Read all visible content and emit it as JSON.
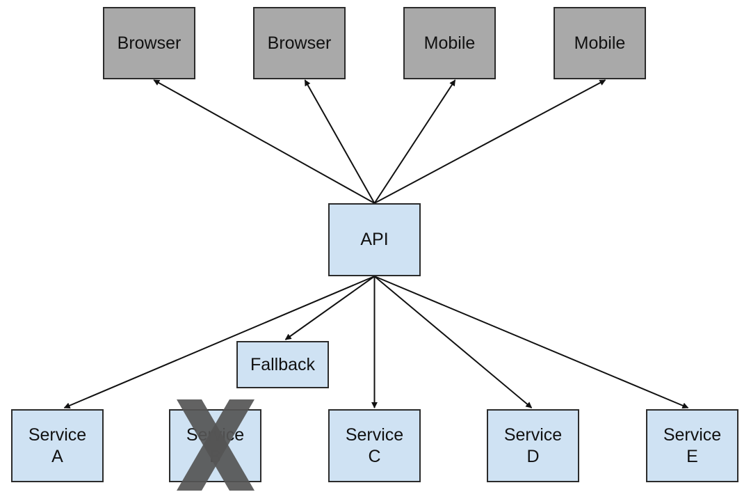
{
  "diagram": {
    "clients": [
      {
        "id": "browser-1",
        "label": "Browser"
      },
      {
        "id": "browser-2",
        "label": "Browser"
      },
      {
        "id": "mobile-1",
        "label": "Mobile"
      },
      {
        "id": "mobile-2",
        "label": "Mobile"
      }
    ],
    "api": {
      "id": "api",
      "label": "API"
    },
    "fallback": {
      "id": "fallback",
      "label": "Fallback"
    },
    "services": [
      {
        "id": "service-a",
        "label": "Service\nA"
      },
      {
        "id": "service-b",
        "label": "Service\nB",
        "failed": true
      },
      {
        "id": "service-c",
        "label": "Service\nC"
      },
      {
        "id": "service-d",
        "label": "Service\nD"
      },
      {
        "id": "service-e",
        "label": "Service\nE"
      }
    ],
    "edges": [
      {
        "from": "api",
        "to": "browser-1"
      },
      {
        "from": "api",
        "to": "browser-2"
      },
      {
        "from": "api",
        "to": "mobile-1"
      },
      {
        "from": "api",
        "to": "mobile-2"
      },
      {
        "from": "api",
        "to": "service-a"
      },
      {
        "from": "api",
        "to": "fallback"
      },
      {
        "from": "api",
        "to": "service-c"
      },
      {
        "from": "api",
        "to": "service-d"
      },
      {
        "from": "api",
        "to": "service-e"
      }
    ],
    "colors": {
      "client_fill": "#a9a9a9",
      "service_fill": "#cfe2f3",
      "border": "#2b2b2b",
      "edge": "#111111",
      "failed_mark": "#555555"
    }
  }
}
